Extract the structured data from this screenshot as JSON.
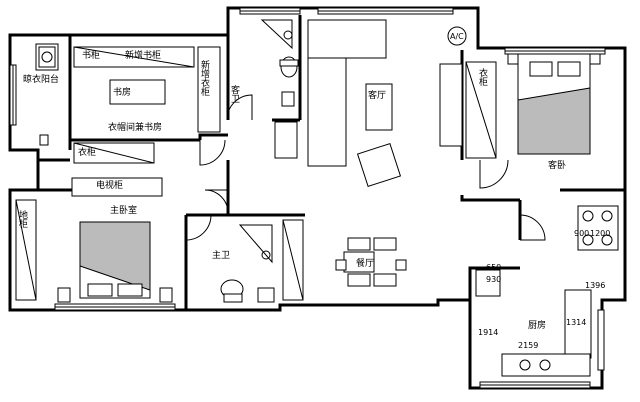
{
  "rooms": {
    "laundry_balcony": "晾衣阳台",
    "cloakroom_study": "衣帽间兼书房",
    "study": "书房",
    "bookshelf": "书柜",
    "new_wall_cabinet": "新增书柜",
    "new_wall_vert": "新增衣柜",
    "wardrobe_small": "衣柜",
    "guest_bath": "客卫",
    "living_room": "客厅",
    "guest_bedroom": "客卧",
    "wardrobe_right": "衣柜",
    "tv_cabinet": "电视柜",
    "master_bedroom": "主卧室",
    "floor_cabinet": "地柜",
    "master_bath": "主卫",
    "dining_room": "餐厅",
    "kitchen": "厨房",
    "ac": "A/C"
  },
  "dimensions": {
    "d900": "900",
    "d1200": "1200",
    "d650": "650",
    "d930": "930",
    "d1396": "1396",
    "d1914": "1914",
    "d1314": "1314",
    "d2159": "2159"
  }
}
